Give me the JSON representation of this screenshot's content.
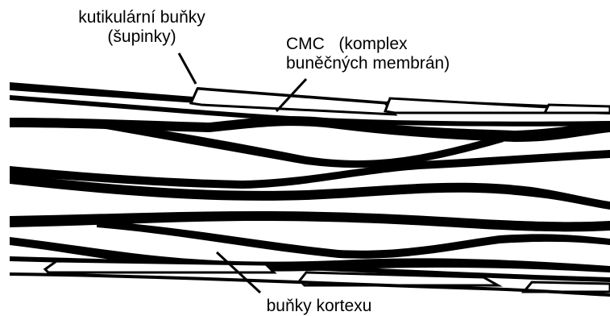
{
  "labels": {
    "cuticle": {
      "line1": "kutikulární buňky",
      "line2": "(šupinky)"
    },
    "cmc": {
      "line1": "CMC   (komplex",
      "line2": "buněčných membrán)"
    },
    "cortex": {
      "line1": "buňky kortexu"
    }
  },
  "colors": {
    "ink": "#000000",
    "background": "#ffffff"
  }
}
